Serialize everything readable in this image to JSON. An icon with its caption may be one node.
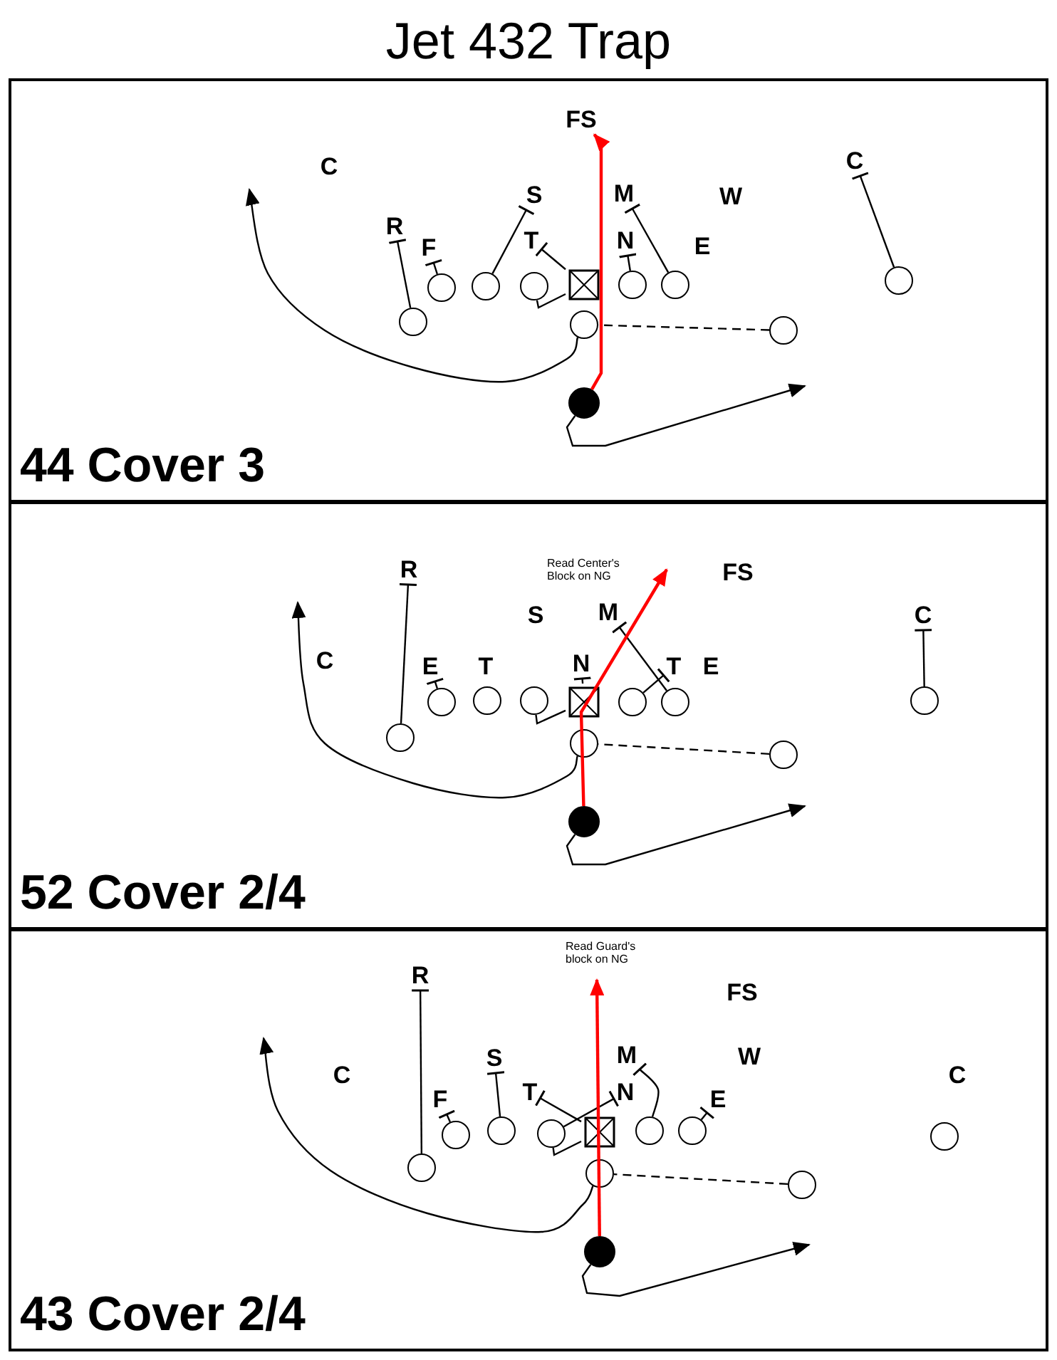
{
  "diagram": {
    "title": "Jet 432 Trap",
    "nodes": [
      {
        "text": [
          "44 Cover 3"
        ]
      },
      {
        "text": [],
        "shape": "circle",
        "in": 0
      },
      {
        "text": [],
        "shape": "circle",
        "in": 0
      },
      {
        "text": [],
        "shape": "circle",
        "in": 0
      },
      {
        "text": [],
        "shape": "circle",
        "in": 0
      },
      {
        "text": [],
        "shape": "box",
        "in": 0
      },
      {
        "text": [],
        "shape": "circle",
        "in": 0
      },
      {
        "text": [],
        "shape": "circle",
        "in": 0
      },
      {
        "text": [],
        "shape": "circle",
        "in": 0
      },
      {
        "text": [],
        "shape": "circle",
        "in": 0
      },
      {
        "text": [],
        "shape": "circle",
        "in": 0
      },
      {
        "text": [],
        "shape": "circle",
        "in": 0
      },
      {
        "text": [
          "FS"
        ],
        "in": 0
      },
      {
        "text": [
          "C"
        ],
        "in": 0
      },
      {
        "text": [
          "S"
        ],
        "in": 0
      },
      {
        "text": [
          "M"
        ],
        "in": 0
      },
      {
        "text": [
          "W"
        ],
        "in": 0
      },
      {
        "text": [
          "C"
        ],
        "in": 0
      },
      {
        "text": [
          "R"
        ],
        "in": 0
      },
      {
        "text": [
          "F"
        ],
        "in": 0
      },
      {
        "text": [
          "T"
        ],
        "in": 0
      },
      {
        "text": [
          "N"
        ],
        "in": 0
      },
      {
        "text": [
          "E"
        ],
        "in": 0
      },
      {
        "text": [
          "52 Cover 2/4"
        ]
      },
      {
        "text": [],
        "shape": "circle",
        "in": 23
      },
      {
        "text": [],
        "shape": "circle",
        "in": 23
      },
      {
        "text": [],
        "shape": "circle",
        "in": 23
      },
      {
        "text": [],
        "shape": "circle",
        "in": 23
      },
      {
        "text": [],
        "shape": "box",
        "in": 23
      },
      {
        "text": [],
        "shape": "circle",
        "in": 23
      },
      {
        "text": [],
        "shape": "circle",
        "in": 23
      },
      {
        "text": [],
        "shape": "circle",
        "in": 23
      },
      {
        "text": [],
        "shape": "circle",
        "in": 23
      },
      {
        "text": [],
        "shape": "circle",
        "in": 23
      },
      {
        "text": [],
        "shape": "circle",
        "in": 23
      },
      {
        "text": [
          "R"
        ],
        "in": 23
      },
      {
        "text": [
          "C"
        ],
        "in": 23
      },
      {
        "text": [
          "S"
        ],
        "in": 23
      },
      {
        "text": [
          "M"
        ],
        "in": 23
      },
      {
        "text": [
          "FS"
        ],
        "in": 23
      },
      {
        "text": [
          "C"
        ],
        "in": 23
      },
      {
        "text": [
          "E"
        ],
        "in": 23
      },
      {
        "text": [
          "T"
        ],
        "in": 23
      },
      {
        "text": [
          "N"
        ],
        "in": 23
      },
      {
        "text": [
          "T"
        ],
        "in": 23
      },
      {
        "text": [
          "E"
        ],
        "in": 23
      },
      {
        "text": [
          "43 Cover 2/4"
        ]
      },
      {
        "text": [],
        "shape": "circle",
        "in": 46
      },
      {
        "text": [],
        "shape": "circle",
        "in": 46
      },
      {
        "text": [],
        "shape": "circle",
        "in": 46
      },
      {
        "text": [],
        "shape": "circle",
        "in": 46
      },
      {
        "text": [],
        "shape": "box",
        "in": 46
      },
      {
        "text": [],
        "shape": "circle",
        "in": 46
      },
      {
        "text": [],
        "shape": "circle",
        "in": 46
      },
      {
        "text": [],
        "shape": "circle",
        "in": 46
      },
      {
        "text": [],
        "shape": "circle",
        "in": 46
      },
      {
        "text": [],
        "shape": "circle",
        "in": 46
      },
      {
        "text": [],
        "shape": "circle",
        "in": 46
      },
      {
        "text": [
          "R"
        ],
        "in": 46
      },
      {
        "text": [
          "C"
        ],
        "in": 46
      },
      {
        "text": [
          "S"
        ],
        "in": 46
      },
      {
        "text": [
          "M"
        ],
        "in": 46
      },
      {
        "text": [
          "FS"
        ],
        "in": 46
      },
      {
        "text": [
          "W"
        ],
        "in": 46
      },
      {
        "text": [
          "C"
        ],
        "in": 46
      },
      {
        "text": [
          "F"
        ],
        "in": 46
      },
      {
        "text": [
          "T"
        ],
        "in": 46
      },
      {
        "text": [
          "N"
        ],
        "in": 46
      },
      {
        "text": [
          "E"
        ],
        "in": 46
      }
    ],
    "edges": [
      {
        "from": 1,
        "to": 18,
        "arrow": "other"
      },
      {
        "from": 2,
        "to": 19,
        "arrow": "other"
      },
      {
        "from": 3,
        "to": 14,
        "arrow": "other"
      },
      {
        "from": 5,
        "to": 20,
        "arrow": "other"
      },
      {
        "from": 6,
        "to": 21,
        "arrow": "other"
      },
      {
        "from": 7,
        "to": 15,
        "arrow": "other"
      },
      {
        "from": 11,
        "to": 17,
        "arrow": "other"
      },
      {
        "from": 4,
        "to": 5,
        "arrow": "none"
      },
      {
        "from": 9,
        "to": 12,
        "arrow": "to",
        "color": "#ff0000"
      },
      {
        "from": 10,
        "to": 8,
        "arrow": "none",
        "style": "dashed"
      },
      {
        "from": 8,
        "to": null,
        "arrow": "to"
      },
      {
        "from": 9,
        "to": null,
        "arrow": "to"
      },
      {
        "from": 24,
        "to": 35,
        "arrow": "other"
      },
      {
        "from": 25,
        "to": 41,
        "arrow": "other"
      },
      {
        "from": 28,
        "to": 43,
        "arrow": "other"
      },
      {
        "from": 29,
        "to": 44,
        "arrow": "other"
      },
      {
        "from": 30,
        "to": 38,
        "arrow": "other"
      },
      {
        "from": 34,
        "to": 40,
        "arrow": "other"
      },
      {
        "from": 27,
        "to": 28,
        "arrow": "none"
      },
      {
        "from": 32,
        "to": null,
        "arrow": "to",
        "color": "#ff0000",
        "label": "Read Center's Block on NG"
      },
      {
        "from": 33,
        "to": 31,
        "arrow": "none",
        "style": "dashed"
      },
      {
        "from": 31,
        "to": null,
        "arrow": "to"
      },
      {
        "from": 32,
        "to": null,
        "arrow": "to"
      },
      {
        "from": 47,
        "to": 58,
        "arrow": "other"
      },
      {
        "from": 48,
        "to": 65,
        "arrow": "other"
      },
      {
        "from": 49,
        "to": 60,
        "arrow": "other"
      },
      {
        "from": 51,
        "to": 66,
        "arrow": "other"
      },
      {
        "from": 50,
        "to": 67,
        "arrow": "other"
      },
      {
        "from": 52,
        "to": 61,
        "arrow": "other"
      },
      {
        "from": 53,
        "to": 68,
        "arrow": "other"
      },
      {
        "from": 50,
        "to": 51,
        "arrow": "none"
      },
      {
        "from": 55,
        "to": null,
        "arrow": "to",
        "color": "#ff0000",
        "label": "Read Guard's block on NG"
      },
      {
        "from": 56,
        "to": 54,
        "arrow": "none",
        "style": "dashed"
      },
      {
        "from": 54,
        "to": null,
        "arrow": "to"
      },
      {
        "from": 55,
        "to": null,
        "arrow": "to"
      }
    ]
  }
}
